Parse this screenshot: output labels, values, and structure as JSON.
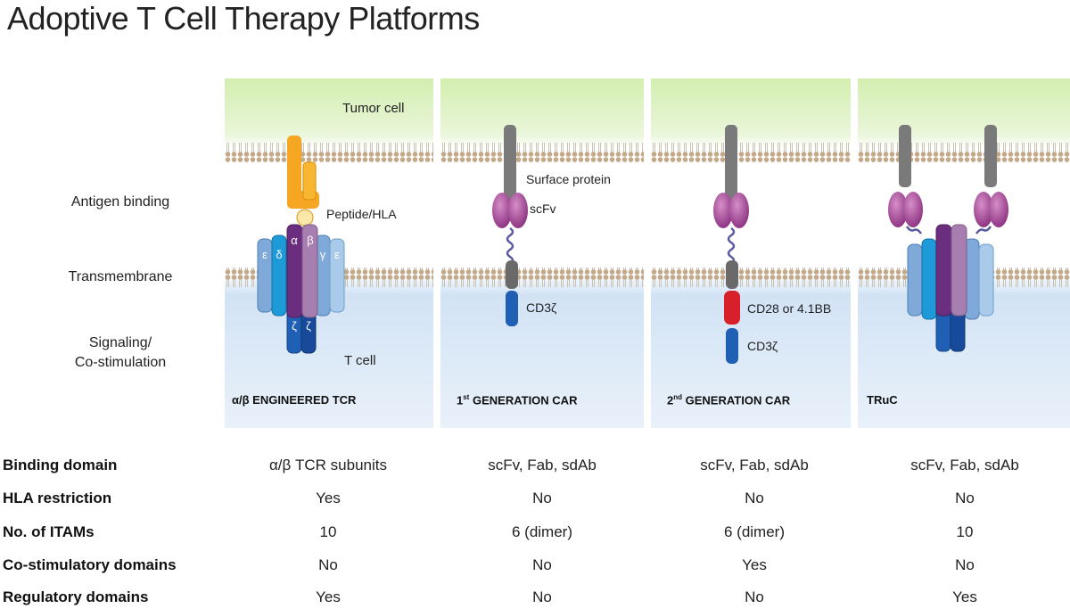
{
  "title": "Adoptive T Cell Therapy Platforms",
  "side_labels": {
    "antigen_binding": "Antigen binding",
    "transmembrane": "Transmembrane",
    "signaling_line1": "Signaling/",
    "signaling_line2": "Co-stimulation"
  },
  "panels": [
    {
      "caption": "α/β ENGINEERED TCR",
      "labels": {
        "tumor_cell": "Tumor cell",
        "peptide_hla": "Peptide/HLA",
        "t_cell": "T cell"
      },
      "subunits": {
        "alpha": "α",
        "beta": "β",
        "epsilon": "ε",
        "delta": "δ",
        "gamma": "γ",
        "zeta": "ζ"
      }
    },
    {
      "caption_main": "1",
      "caption_sup": "st",
      "caption_rest": " GENERATION CAR",
      "labels": {
        "surface_protein": "Surface protein",
        "scfv": "scFv",
        "cd3z": "CD3ζ"
      }
    },
    {
      "caption_main": "2",
      "caption_sup": "nd",
      "caption_rest": " GENERATION CAR",
      "labels": {
        "costim": "CD28 or 4.1BB",
        "cd3z": "CD3ζ"
      }
    },
    {
      "caption": "TRuC"
    }
  ],
  "table": {
    "rows": [
      {
        "label": "Binding domain",
        "values": [
          "α/β TCR subunits",
          "scFv, Fab, sdAb",
          "scFv, Fab, sdAb",
          "scFv, Fab, sdAb"
        ]
      },
      {
        "label": "HLA restriction",
        "values": [
          "Yes",
          "No",
          "No",
          "No"
        ]
      },
      {
        "label": "No. of ITAMs",
        "values": [
          "10",
          "6 (dimer)",
          "6 (dimer)",
          "10"
        ]
      },
      {
        "label": "Co-stimulatory domains",
        "values": [
          "No",
          "No",
          "Yes",
          "No"
        ]
      },
      {
        "label": "Regulatory domains",
        "values": [
          "Yes",
          "No",
          "No",
          "Yes"
        ]
      }
    ]
  },
  "colors": {
    "tumor_green": "#d7f0b5",
    "tcell_blue": "#c6dcf2",
    "membrane": "#c9b79a",
    "orange": "#f5a623",
    "purple_alpha": "#6b2d7e",
    "purple_beta": "#a67fb0",
    "blue_dark": "#1f5fb4",
    "grey": "#6f6f6f",
    "scfv": "#9b3d8f",
    "costim_red": "#d7202a"
  }
}
